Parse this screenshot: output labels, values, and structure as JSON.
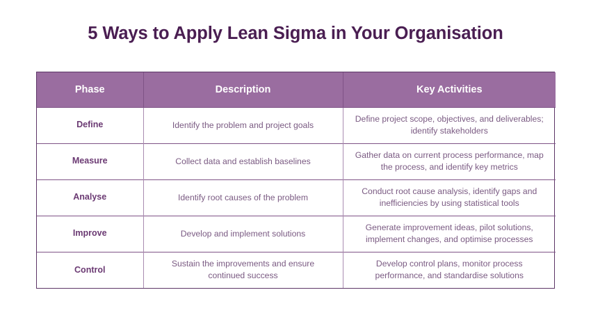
{
  "page": {
    "title": "5 Ways to Apply Lean Sigma in Your Organisation",
    "background_color": "#FFFFFF",
    "title_color": "#4A1E52"
  },
  "table": {
    "header_background": "#9A6DA0",
    "header_text_color": "#FFFFFF",
    "border_color": "#5C3566",
    "divider_color": "#A98BB0",
    "phase_text_color": "#6B3A73",
    "body_text_color": "#7A5A82",
    "columns": [
      {
        "key": "phase",
        "label": "Phase"
      },
      {
        "key": "description",
        "label": "Description"
      },
      {
        "key": "key_activities",
        "label": "Key Activities"
      }
    ],
    "rows": [
      {
        "phase": "Define",
        "description": "Identify the problem and project goals",
        "key_activities": "Define project scope, objectives, and deliverables; identify stakeholders"
      },
      {
        "phase": "Measure",
        "description": "Collect data and establish baselines",
        "key_activities": "Gather data on current process performance, map the process, and identify key metrics"
      },
      {
        "phase": "Analyse",
        "description": "Identify root causes of the problem",
        "key_activities": "Conduct root cause analysis, identify gaps and inefficiencies by using statistical tools"
      },
      {
        "phase": "Improve",
        "description": "Develop and implement solutions",
        "key_activities": "Generate improvement ideas, pilot solutions, implement changes, and optimise processes"
      },
      {
        "phase": "Control",
        "description": "Sustain the improvements and ensure continued success",
        "key_activities": "Develop control plans, monitor process performance, and standardise solutions"
      }
    ]
  }
}
